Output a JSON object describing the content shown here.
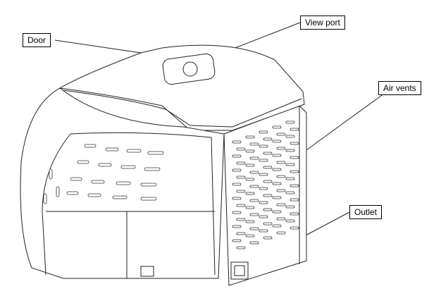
{
  "labels": {
    "door": "Door",
    "view_port": "View port",
    "air_vents": "Air vents",
    "outlet": "Outlet"
  }
}
